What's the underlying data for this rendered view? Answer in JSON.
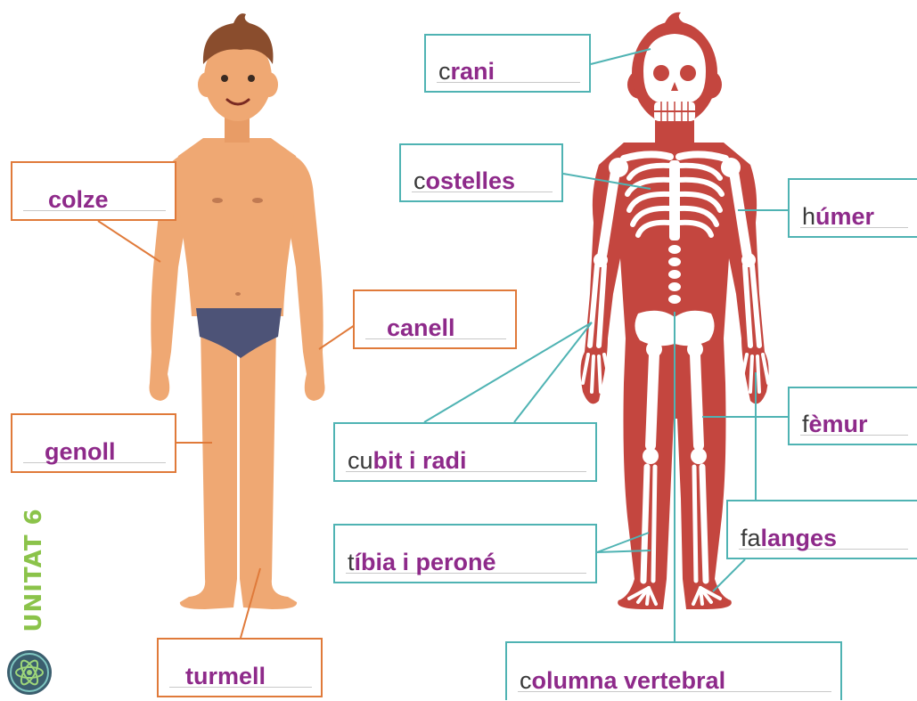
{
  "labels": {
    "colze": {
      "given": "",
      "answer": "colze"
    },
    "genoll": {
      "given": "",
      "answer": "genoll"
    },
    "canell": {
      "given": "",
      "answer": "canell"
    },
    "turmell": {
      "given": "",
      "answer": "turmell"
    },
    "crani": {
      "given": "c",
      "answer": "rani"
    },
    "costelles": {
      "given": "c",
      "answer": "ostelles"
    },
    "humer": {
      "given": "h",
      "answer": "úmer"
    },
    "cubit": {
      "given": "cu",
      "answer": "bit i radi"
    },
    "femur": {
      "given": "f",
      "answer": "èmur"
    },
    "falanges": {
      "given": "fa",
      "answer": "langes"
    },
    "tibia": {
      "given": "t",
      "answer": "íbia i peroné"
    },
    "columna": {
      "given": "c",
      "answer": "olumna vertebral"
    }
  },
  "sidebar": {
    "unit_label": "UNITAT 6"
  },
  "colors": {
    "skin": "#efa873",
    "skeleton": "#c4463f",
    "orange_border": "#e07a3a",
    "teal_border": "#4fb3b3",
    "answer_text": "#8e2a8a",
    "unit_green": "#8bc34a"
  }
}
